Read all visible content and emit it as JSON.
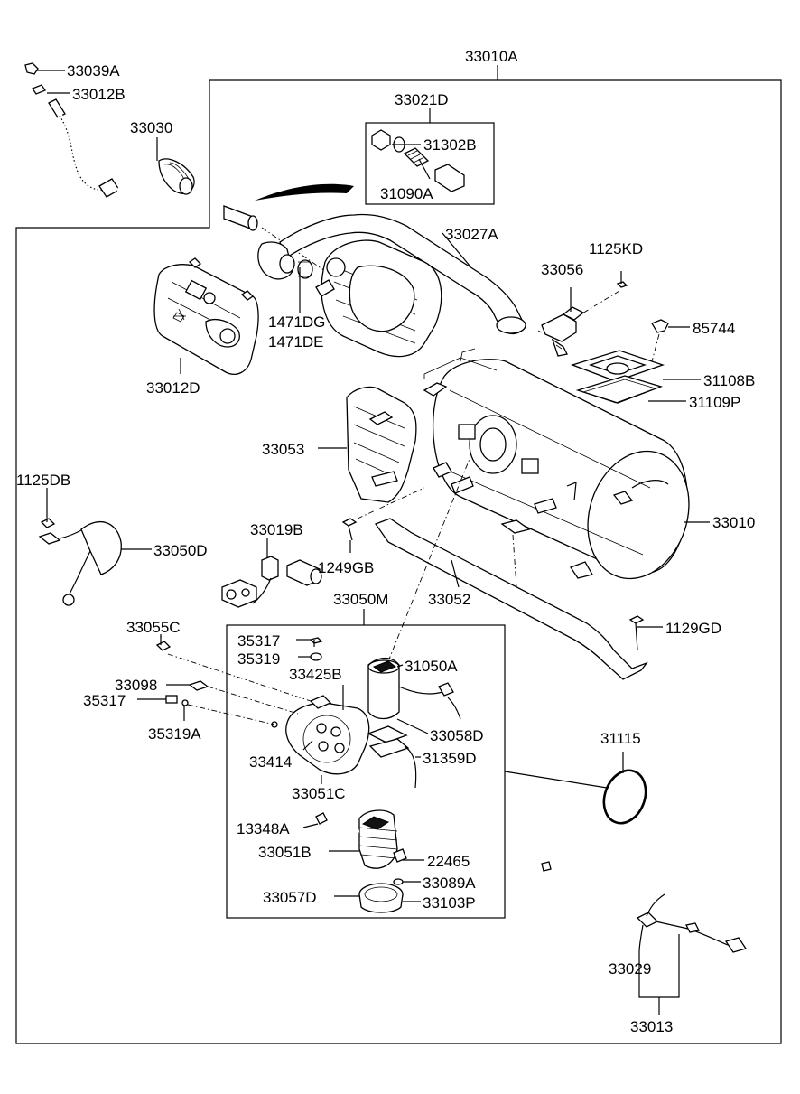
{
  "labels": {
    "p33010A": "33010A",
    "p33039A": "33039A",
    "p33012B": "33012B",
    "p33030": "33030",
    "p33021D": "33021D",
    "p31302B": "31302B",
    "p31090A": "31090A",
    "p33027A": "33027A",
    "p1125KD": "1125KD",
    "p33056": "33056",
    "p85744": "85744",
    "p1471DG": "1471DG",
    "p1471DE": "1471DE",
    "p33012D": "33012D",
    "p31108B": "31108B",
    "p31109P": "31109P",
    "p33053": "33053",
    "p1125DB": "1125DB",
    "p33010": "33010",
    "p33019B": "33019B",
    "p33050D": "33050D",
    "p1249GB": "1249GB",
    "p33050M": "33050M",
    "p33052": "33052",
    "p33055C": "33055C",
    "p1129GD": "1129GD",
    "p35317a": "35317",
    "p35319": "35319",
    "p33425B": "33425B",
    "p31050A": "31050A",
    "p33098": "33098",
    "p35317b": "35317",
    "p35319A": "35319A",
    "p33058D": "33058D",
    "p31115": "31115",
    "p33414": "33414",
    "p31359D": "31359D",
    "p33051C": "33051C",
    "p13348A": "13348A",
    "p33051B": "33051B",
    "p22465": "22465",
    "p33089A": "33089A",
    "p33057D": "33057D",
    "p33103P": "33103P",
    "p33029": "33029",
    "p33013": "33013"
  }
}
